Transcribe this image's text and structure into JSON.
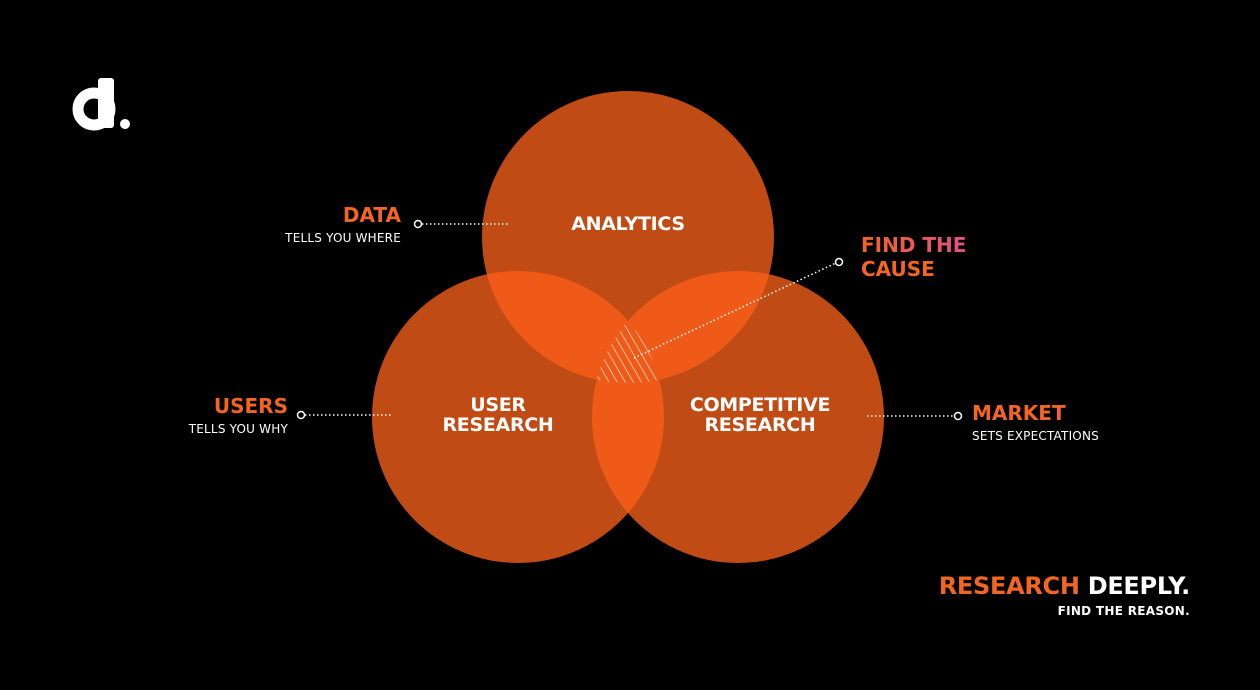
{
  "colors": {
    "background": "#000000",
    "circle": "#c04b14",
    "overlap": "#ef5a18",
    "accent": "#f26522",
    "pink": "#e0508a",
    "white": "#ffffff"
  },
  "logo": {
    "icon": "d-dot-logo-icon"
  },
  "circles": {
    "analytics": "ANALYTICS",
    "user_research": [
      "USER",
      "RESEARCH"
    ],
    "competitive_research": [
      "COMPETITIVE",
      "RESEARCH"
    ]
  },
  "annotations": {
    "data": {
      "heading": "DATA",
      "sub": "TELLS YOU WHERE"
    },
    "users": {
      "heading": "USERS",
      "sub": "TELLS YOU WHY"
    },
    "market": {
      "heading": "MARKET",
      "sub": "SETS EXPECTATIONS"
    },
    "cause": {
      "heading": [
        "FIND THE",
        "CAUSE"
      ]
    }
  },
  "tagline": {
    "main_orange": "RESEARCH",
    "main_white": "DEEPLY.",
    "sub": "FIND THE REASON."
  }
}
